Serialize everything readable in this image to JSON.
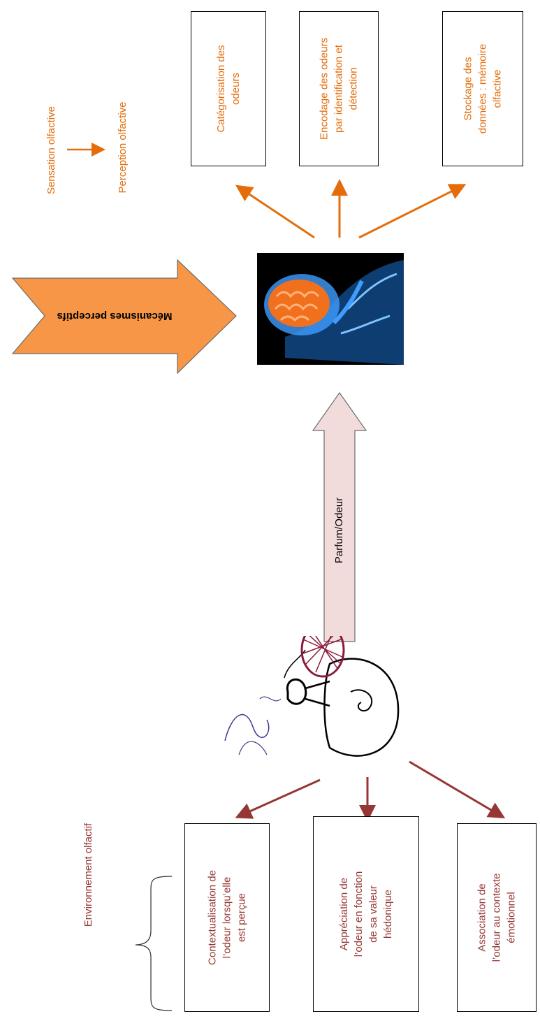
{
  "top": {
    "sensation": "Sensation olfactive",
    "perception": "Perception olfactive",
    "boxes": [
      {
        "lines": [
          "Catégorisation des",
          "odeurs"
        ]
      },
      {
        "lines": [
          "Encodage des odeurs",
          "par identification et",
          "détection"
        ]
      },
      {
        "lines": [
          "Stockage des",
          "données : mémoire",
          "olfactive"
        ]
      }
    ]
  },
  "mechanisms_label": "Mécanismes perceptifs",
  "arrow_label": "Parfum/Odeur",
  "bottom": {
    "env_label": "Environnement olfactif",
    "boxes": [
      {
        "lines": [
          "Contextualisation de",
          "l’odeur lorsqu’elle",
          "est perçue"
        ]
      },
      {
        "lines": [
          "Appréciation de",
          "l’odeur en fonction",
          "de sa valeur",
          "hédonique"
        ]
      },
      {
        "lines": [
          "Association de",
          "l’odeur au contexte",
          "émotionnel"
        ]
      }
    ]
  },
  "colors": {
    "orange": "#e46c0a",
    "maroon": "#953734",
    "arrow_fill": "#f79646",
    "pink_fill": "#f2dcdb"
  }
}
